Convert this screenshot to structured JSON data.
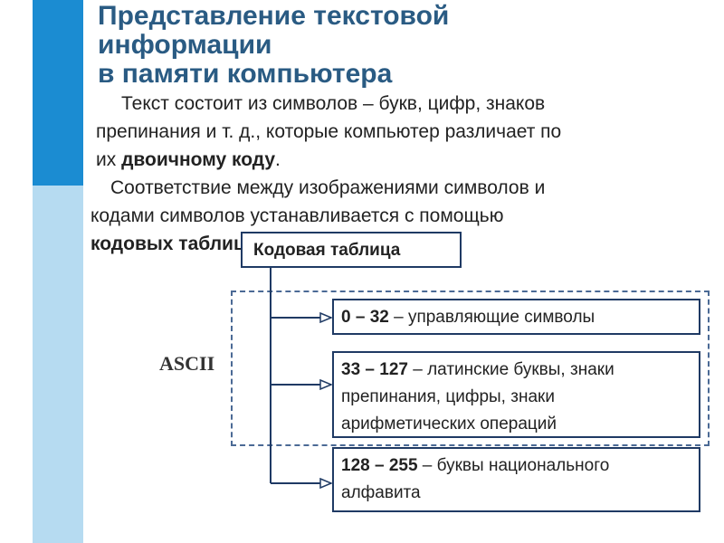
{
  "title": {
    "line1": "Представление текстовой",
    "line2": "информации",
    "line3": "в памяти компьютера"
  },
  "paragraph1": {
    "line1": "Текст состоит из символов – букв, цифр, знаков",
    "line2": "препинания и т. д., которые компьютер различает по",
    "line3_pre": "их ",
    "line3_bold": "двоичному коду",
    "line3_post": "."
  },
  "paragraph2": {
    "line1": "Соответствие между изображениями символов и",
    "line2": "кодами символов устанавливается с помощью",
    "line3_bold": "кодовых таблиц",
    "line3_post": "."
  },
  "diagram": {
    "root": "Кодовая таблица",
    "ascii_label": "ASCII",
    "ranges": [
      {
        "range": "0 – 32",
        "text": " – управляющие символы"
      },
      {
        "range": "33 – 127",
        "text": " – латинские буквы, знаки препинания, цифры, знаки арифметических операций"
      },
      {
        "range": "128 – 255",
        "text": " – буквы национального алфавита"
      }
    ]
  },
  "colors": {
    "title": "#2a5b83",
    "sidebar_dark": "#1b8cd2",
    "sidebar_light": "#b6dbf1",
    "box_border": "#1f3a64",
    "arrow": "#1f3a64"
  }
}
